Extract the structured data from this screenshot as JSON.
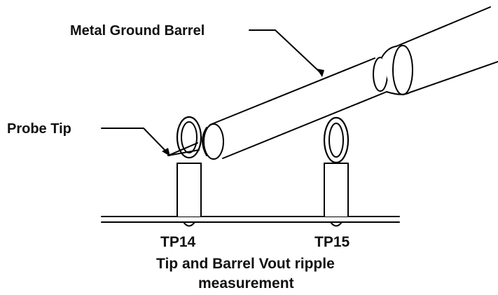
{
  "labels": {
    "metal_ground_barrel": "Metal Ground Barrel",
    "probe_tip": "Probe Tip",
    "tp14": "TP14",
    "tp15": "TP15"
  },
  "caption": {
    "line1": "Tip and Barrel Vout ripple",
    "line2": "measurement"
  },
  "colors": {
    "line": "#000000",
    "background": "#ffffff",
    "text": "#111111"
  }
}
